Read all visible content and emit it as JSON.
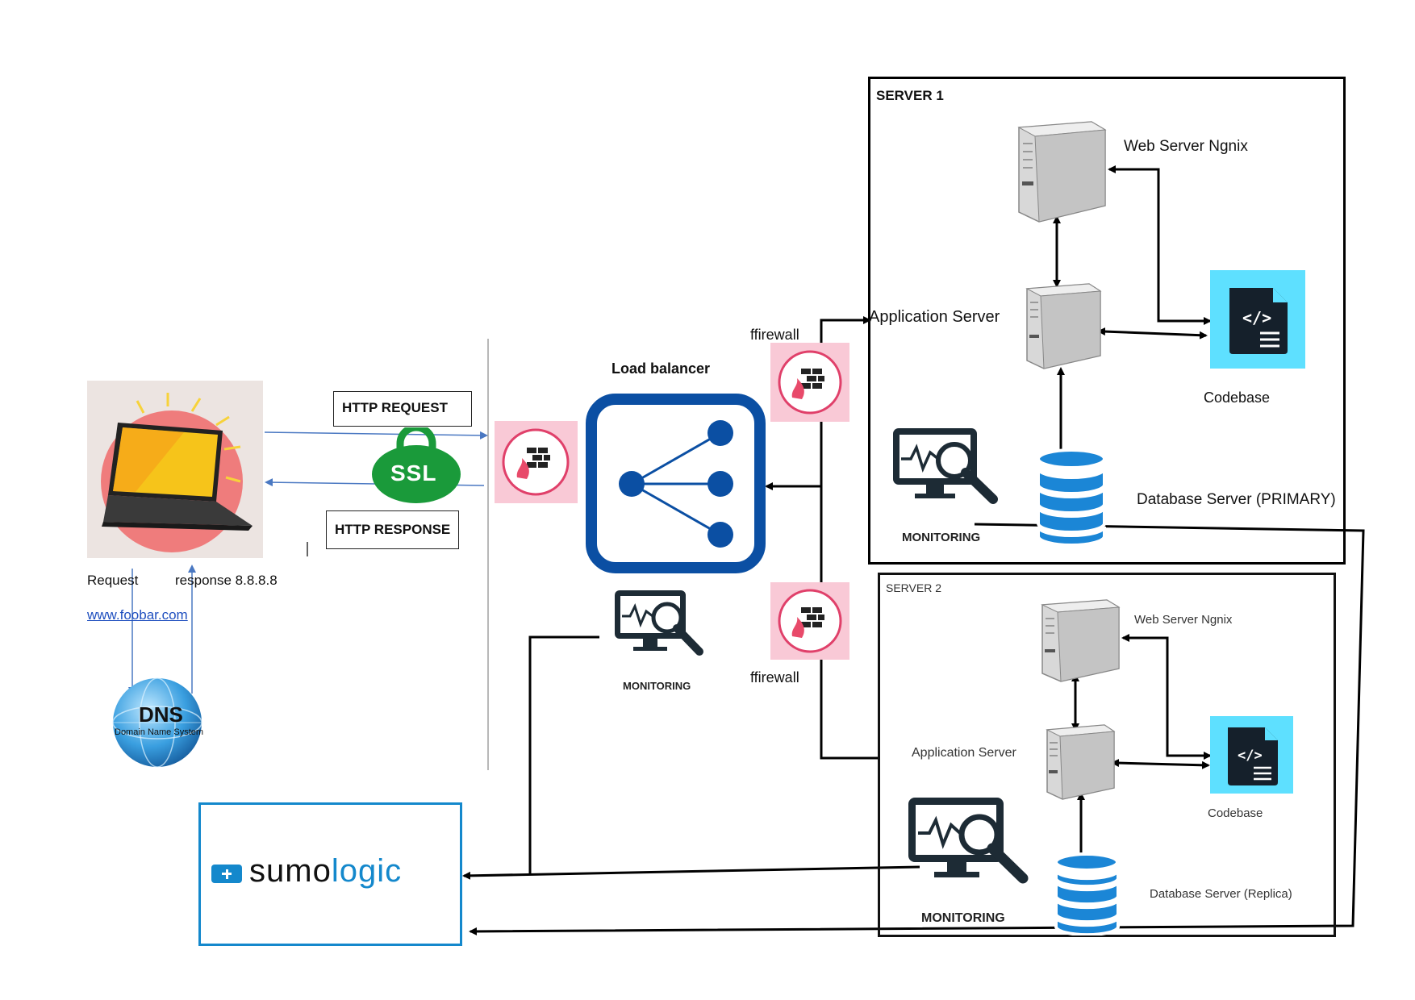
{
  "client": {
    "request_label": "Request",
    "response_label": "response 8.8.8.8",
    "domain_link": "www.foobar.com"
  },
  "dns": {
    "title": "DNS",
    "subtitle": "Domain Name System"
  },
  "http": {
    "request_label": "HTTP REQUEST",
    "response_label": "HTTP RESPONSE",
    "ssl_label": "SSL"
  },
  "load_balancer": {
    "title": "Load balancer",
    "monitoring_label": "MONITORING"
  },
  "firewalls": {
    "top_label": "ffirewall",
    "bottom_label": "ffirewall"
  },
  "server1": {
    "title": "SERVER 1",
    "web_server_label": "Web Server Ngnix",
    "app_server_label": "Application Server",
    "codebase_label": "Codebase",
    "database_label": "Database Server (PRIMARY)",
    "monitoring_label": "MONITORING"
  },
  "server2": {
    "title": "SERVER 2",
    "web_server_label": "Web Server Ngnix",
    "app_server_label": "Application Server",
    "codebase_label": "Codebase",
    "database_label": "Database Server (Replica)",
    "monitoring_label": "MONITORING"
  },
  "sumologic": {
    "brand_prefix": "sumo",
    "brand_suffix": "logic"
  },
  "colors": {
    "lb_blue": "#0b4fa3",
    "db_blue": "#1b86d6",
    "ssl_green": "#1a9a3a",
    "codebase_bg": "#5ee0ff",
    "firewall_bg": "#f9c9d6",
    "sumo_blue": "#1488cc",
    "monitor_dark": "#1d2b35"
  }
}
